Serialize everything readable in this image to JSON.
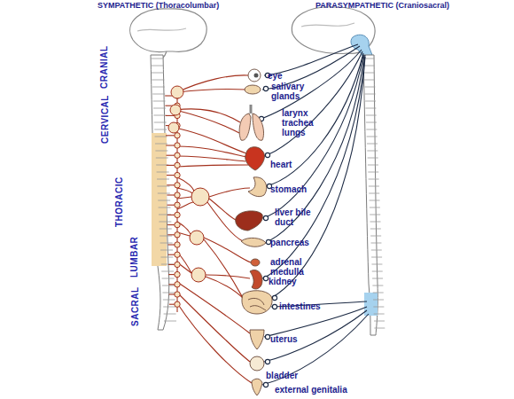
{
  "diagram": {
    "labels": [
      "SYMPATHETIC (Thoracolumbar)",
      "PARASYMPATHETIC (Craniosacral)",
      "CRANIAL",
      "CERVICAL",
      "THORACIC",
      "LUMBAR",
      "SACRAL",
      "eye",
      "salivary glands",
      "larynx trachea lungs",
      "heart",
      "stomach",
      "liver bile duct",
      "pancreas",
      "adrenal medulla",
      "kidney",
      "intestines",
      "uterus",
      "bladder",
      "external genitalia"
    ]
  }
}
